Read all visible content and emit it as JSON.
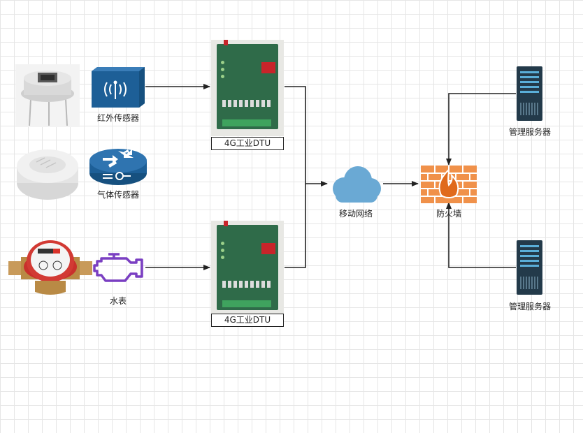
{
  "sensors": {
    "infrared": "红外传感器",
    "gas": "气体传感器",
    "water": "水表"
  },
  "dtu": {
    "top": "4G工业DTU",
    "bottom": "4G工业DTU"
  },
  "network": "移动网络",
  "firewall": "防火墙",
  "servers": {
    "top": "管理服务器",
    "bottom": "管理服务器"
  },
  "colors": {
    "cisco_blue": "#1d5f97",
    "engine_purple": "#7a3fc2",
    "cloud_blue": "#6aa9d4",
    "firewall_orange": "#f0914a",
    "server_dark": "#233a4a"
  }
}
